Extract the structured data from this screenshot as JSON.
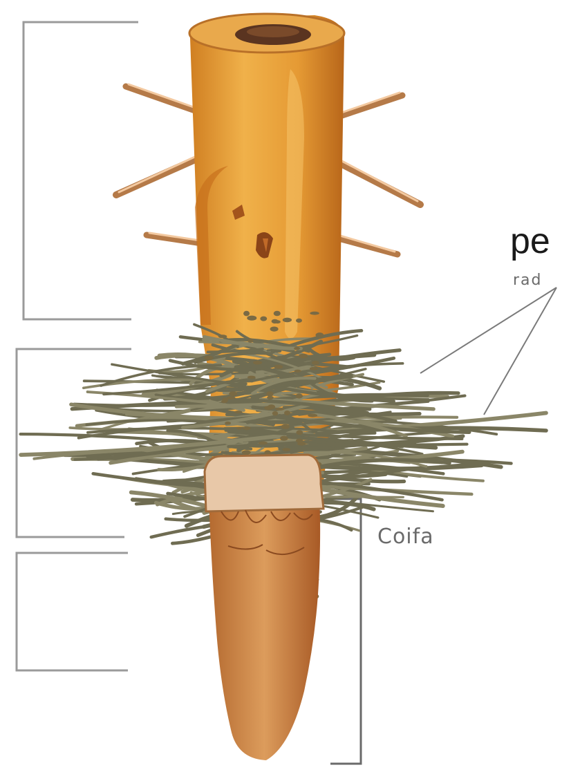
{
  "labels": {
    "pelos": "pe",
    "radicular": "rad",
    "coifa": "Coifa"
  },
  "colors": {
    "root_body": "#e8a33c",
    "root_shadow": "#c9741c",
    "root_highlight": "#f5c66a",
    "root_hair": "#7a7a5a",
    "bracket": "#9a9a9a",
    "lateral_root": "#c98a4a",
    "coifa": "#c98046"
  }
}
